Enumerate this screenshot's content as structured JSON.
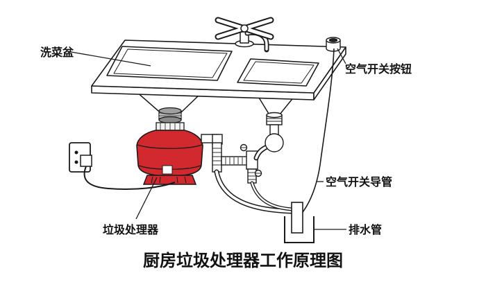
{
  "diagram": {
    "title": "厨房垃圾处理器工作原理图",
    "labels": {
      "sink": "洗菜盆",
      "air_switch_button": "空气开关按钮",
      "air_switch_conduit": "空气开关导管",
      "drain_pipe": "排水管",
      "disposer": "垃圾处理器"
    },
    "colors": {
      "disposer_body": "#d2292e",
      "title_text": "#ee1111",
      "outline": "#1a1a1a"
    }
  }
}
